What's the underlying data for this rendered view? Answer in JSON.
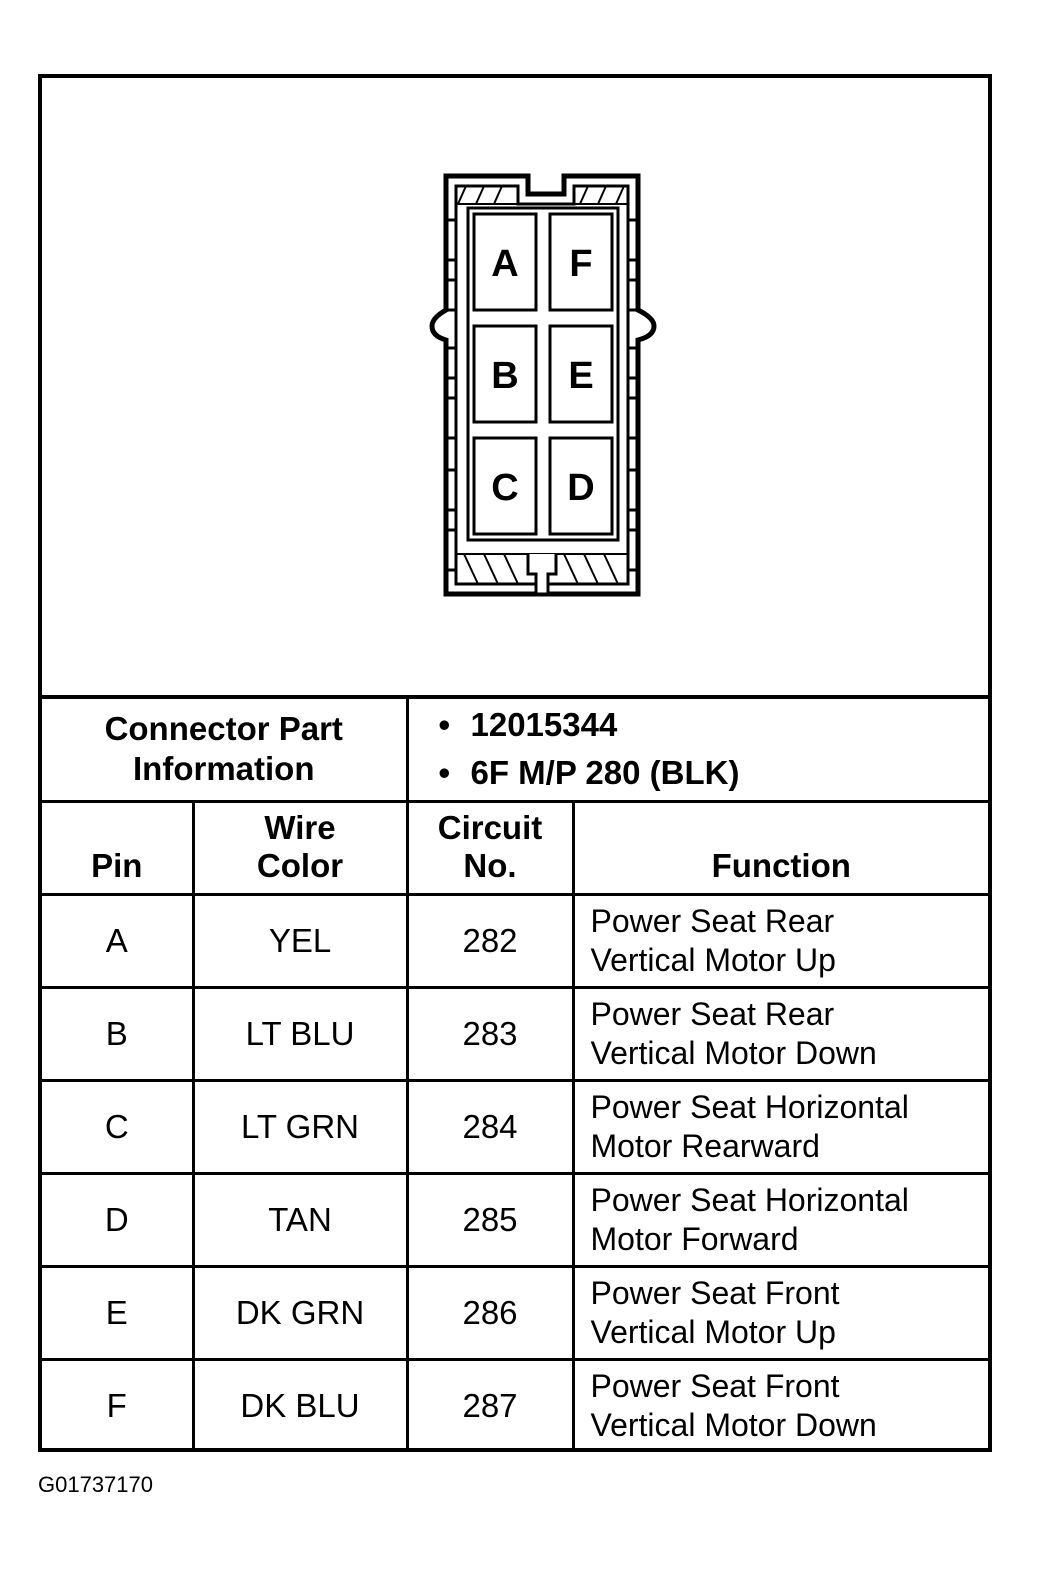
{
  "connector": {
    "pins_grid": [
      [
        "A",
        "F"
      ],
      [
        "B",
        "E"
      ],
      [
        "C",
        "D"
      ]
    ]
  },
  "info": {
    "label_line1": "Connector Part",
    "label_line2": "Information",
    "items": [
      "12015344",
      "6F M/P 280 (BLK)"
    ],
    "bullet": "•"
  },
  "table": {
    "headers": {
      "pin": "Pin",
      "wire_line1": "Wire",
      "wire_line2": "Color",
      "circuit_line1": "Circuit",
      "circuit_line2": "No.",
      "function": "Function"
    },
    "rows": [
      {
        "pin": "A",
        "color": "YEL",
        "circuit": "282",
        "function_line1": "Power Seat Rear",
        "function_line2": "Vertical Motor Up"
      },
      {
        "pin": "B",
        "color": "LT BLU",
        "circuit": "283",
        "function_line1": "Power Seat Rear",
        "function_line2": "Vertical Motor Down"
      },
      {
        "pin": "C",
        "color": "LT GRN",
        "circuit": "284",
        "function_line1": "Power Seat Horizontal",
        "function_line2": "Motor Rearward"
      },
      {
        "pin": "D",
        "color": "TAN",
        "circuit": "285",
        "function_line1": "Power Seat Horizontal",
        "function_line2": "Motor Forward"
      },
      {
        "pin": "E",
        "color": "DK GRN",
        "circuit": "286",
        "function_line1": "Power Seat Front",
        "function_line2": "Vertical Motor Up"
      },
      {
        "pin": "F",
        "color": "DK BLU",
        "circuit": "287",
        "function_line1": "Power Seat Front",
        "function_line2": "Vertical Motor Down"
      }
    ]
  },
  "figure_id": "G01737170"
}
